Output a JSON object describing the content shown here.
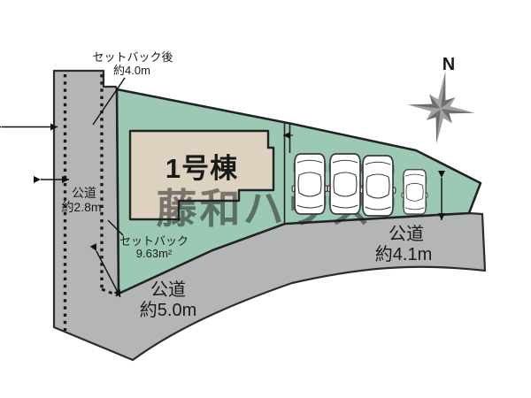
{
  "site_plan": {
    "building": {
      "label": "1号棟"
    },
    "labels": {
      "setback_after": {
        "line1": "セットバック後",
        "line2": "約4.0m"
      },
      "road_west": {
        "line1": "公道",
        "line2": "約2.8m"
      },
      "setback_area": {
        "line1": "セットバック",
        "line2": "9.63m²"
      },
      "road_south": {
        "line1": "公道",
        "line2": "約5.0m"
      },
      "road_east": {
        "line1": "公道",
        "line2": "約4.1m"
      }
    },
    "compass": {
      "label": "N"
    },
    "watermark": {
      "text": "藤和ハウス"
    },
    "colors": {
      "lot_green": "#9cc9b4",
      "road_gray": "#b4b5b7",
      "building_beige": "#ddd2c0",
      "outline": "#222222",
      "compass_light": "#a0a0a0",
      "compass_dark": "#6c6c6c",
      "compass_text": "#7a7a7a",
      "watermark_white": "#ffffff"
    }
  }
}
